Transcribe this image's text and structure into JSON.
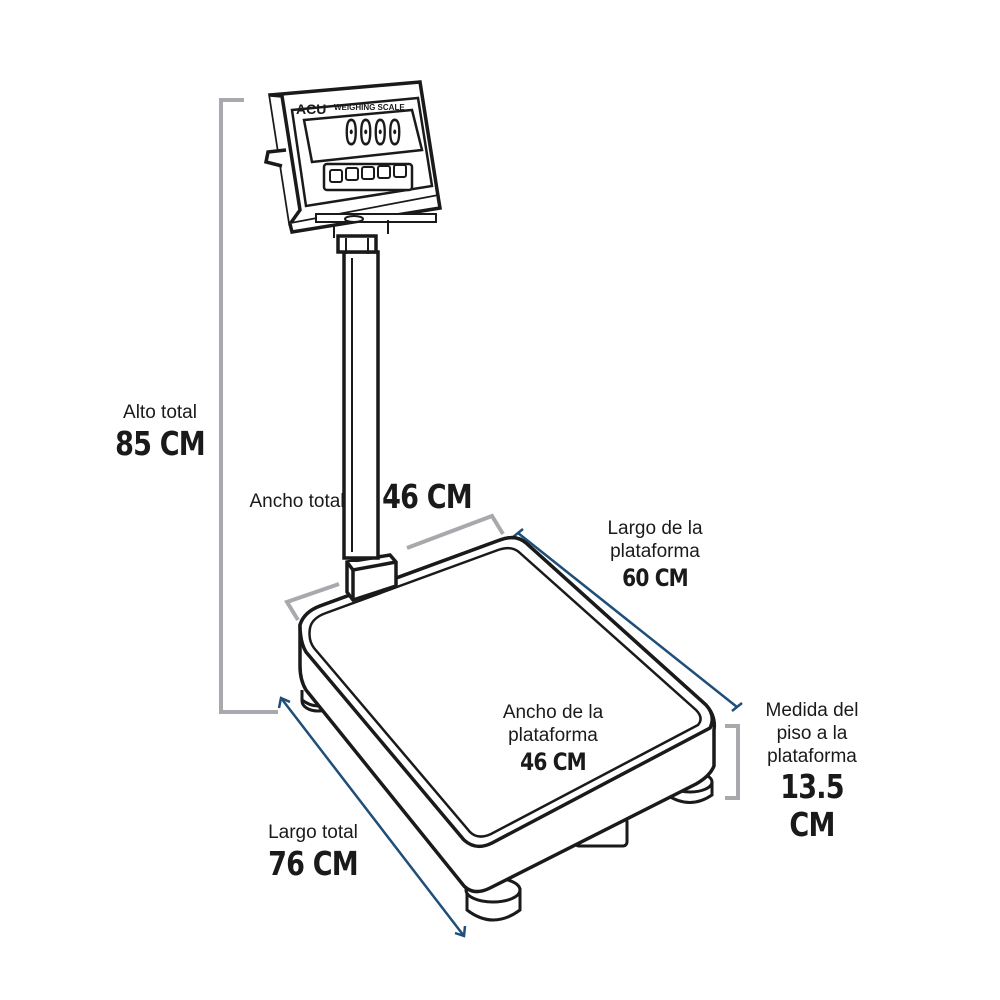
{
  "device": {
    "brand": "ACU",
    "model_text": "WEIGHING SCALE",
    "display_value": "0000"
  },
  "dimensions": {
    "total_height": {
      "label": "Alto total",
      "value": "85 CM"
    },
    "total_width": {
      "label": "Ancho total",
      "value": "46 CM"
    },
    "platform_length": {
      "label_line1": "Largo de la",
      "label_line2": "plataforma",
      "value": "60 CM"
    },
    "platform_width": {
      "label_line1": "Ancho de la",
      "label_line2": "plataforma",
      "value": "46 CM"
    },
    "floor_to_platform": {
      "label_line1": "Medida del",
      "label_line2": "piso a la",
      "label_line3": "plataforma",
      "value": "13.5 CM"
    },
    "total_length": {
      "label": "Largo total",
      "value": "76 CM"
    }
  },
  "colors": {
    "grey_bracket": "#a7a9ac",
    "blue_measure": "#1f4e79",
    "outline": "#1a1a1a"
  }
}
